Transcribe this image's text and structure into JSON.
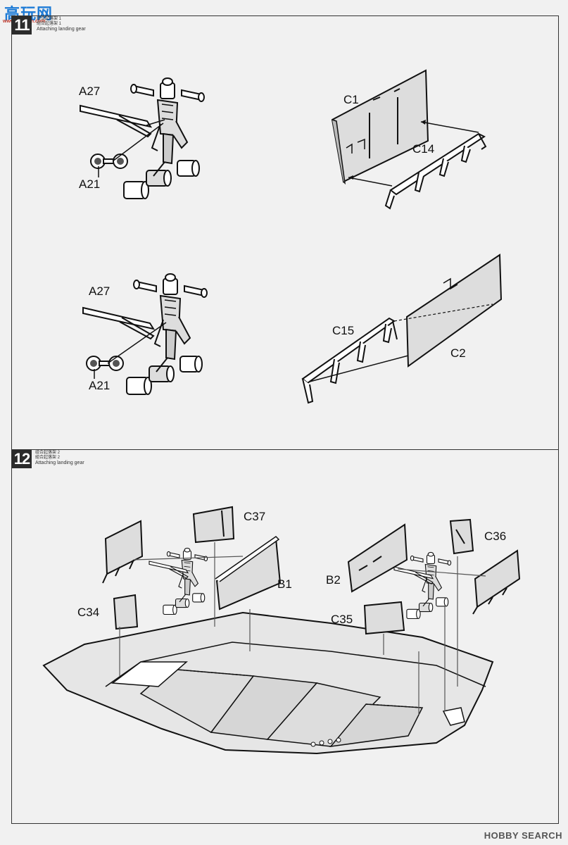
{
  "watermark_top": {
    "title": "高玩网",
    "url": "www.gaowan.com"
  },
  "watermark_bottom": "HOBBY SEARCH",
  "steps": [
    {
      "number": "11",
      "cn1": "组合起落架 1",
      "cn2": "組合起落架 1",
      "en": "Attaching landing gear"
    },
    {
      "number": "12",
      "cn1": "组合起落架 2",
      "cn2": "組合起落架 2",
      "en": "Attaching landing gear"
    }
  ],
  "labels": {
    "a27_top": "A27",
    "a21_top": "A21",
    "c1": "C1",
    "c14": "C14",
    "a27_mid": "A27",
    "a21_mid": "A21",
    "c15": "C15",
    "c2": "C2",
    "c37": "C37",
    "c36": "C36",
    "b1": "B1",
    "b2": "B2",
    "c34": "C34",
    "c35": "C35"
  }
}
